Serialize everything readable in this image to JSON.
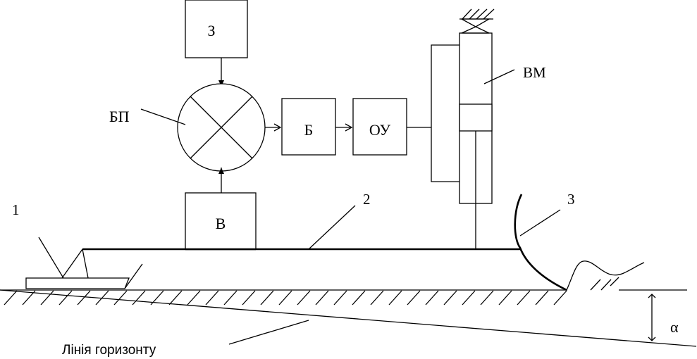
{
  "blocks": {
    "z": "З",
    "bp": "БП",
    "b": "Б",
    "ou": "ОУ",
    "v": "В",
    "vm": "ВМ"
  },
  "callouts": {
    "n1": "1",
    "n2": "2",
    "n3": "3"
  },
  "horizon_label": "Лінія горизонту",
  "angle_label": "α"
}
